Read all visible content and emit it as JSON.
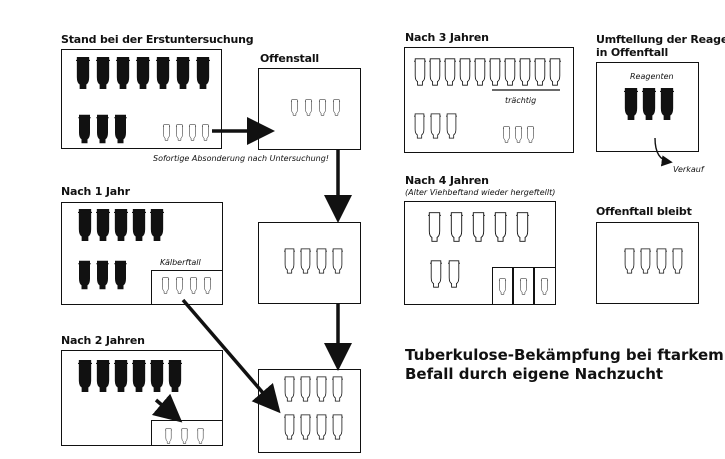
{
  "labels": {
    "stand": "Stand bei der Erstuntersuchung",
    "offenstall": "Offenstall",
    "nach3": "Nach 3 Jahren",
    "umstellung_1": "Umftellung der Reagenten",
    "umstellung_2": "in Offenftall",
    "reagenten": "Reagenten",
    "traechtig": "trächtig",
    "verkauf": "Verkauf",
    "sofortige": "Sofortige Absonderung nach Untersuchung!",
    "nach1": "Nach 1 Jahr",
    "kaelberstall": "Kälberftall",
    "nach4": "Nach 4 Jahren",
    "nach4_sub": "(Alter Viehbeftand wieder hergeftellt)",
    "offenstall_bleibt": "Offenftall bleibt",
    "nach2": "Nach 2 Jahren"
  },
  "title": {
    "line1": "Tuberkulose-Bekämpfung bei ftarkem",
    "line2": "Befall durch eigene Nachzucht"
  },
  "legend_colors": {
    "reactor": "#111111",
    "healthy": "#ffffff"
  }
}
